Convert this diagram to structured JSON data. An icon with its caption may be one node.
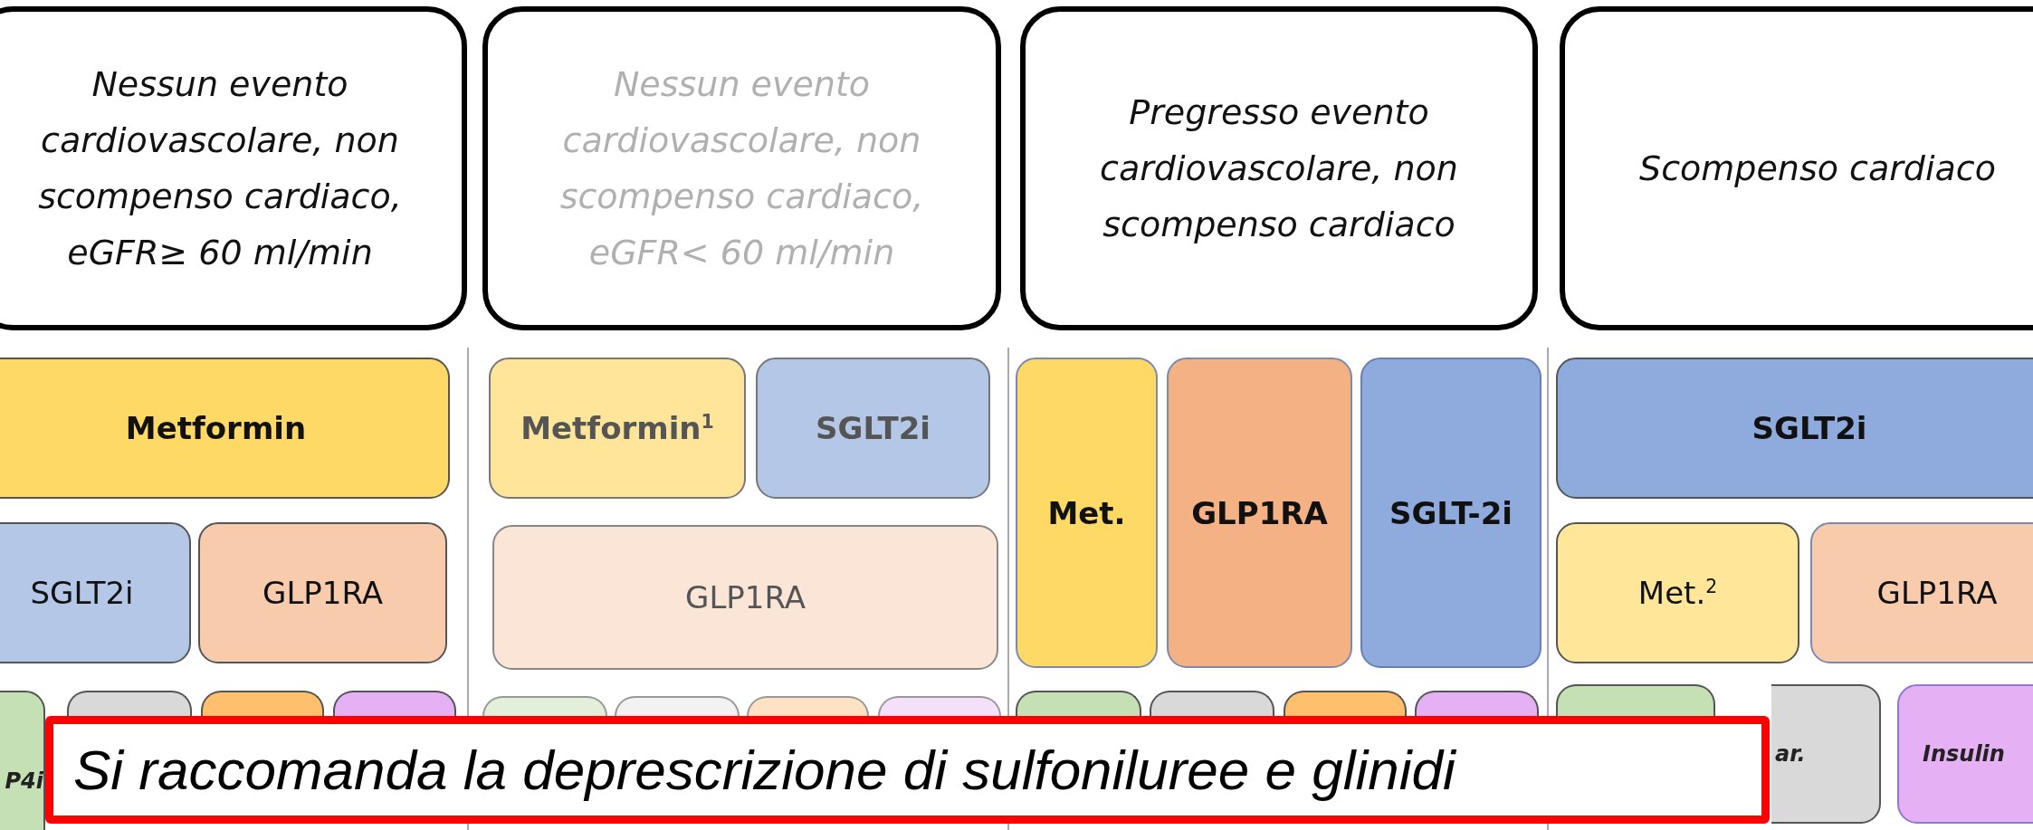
{
  "diagram": {
    "nodes": [
      {
        "text": [
          "Nessun evento cardiovascolare, non scompenso cardiaco, eGFR≥ 60 ml/min"
        ]
      },
      {
        "text": [
          "Nessun evento cardiovascolare, non scompenso cardiaco, eGFR< 60 ml/min"
        ]
      },
      {
        "text": [
          "Pregresso evento cardiovascolare, non scompenso cardiaco"
        ]
      },
      {
        "text": [
          "Scompenso cardiaco"
        ]
      },
      {
        "text": [
          "Metformin"
        ]
      },
      {
        "text": [
          "SGLT2i"
        ]
      },
      {
        "text": [
          "GLP1RA"
        ]
      },
      {
        "text": [
          "Metformin$^{1}$"
        ]
      },
      {
        "text": [
          "SGLT2i"
        ]
      },
      {
        "text": [
          "GLP1RA"
        ]
      },
      {
        "text": [
          "Met."
        ]
      },
      {
        "text": [
          "GLP1RA"
        ]
      },
      {
        "text": [
          "SGLT-2i"
        ]
      },
      {
        "text": [
          "SGLT2i"
        ]
      },
      {
        "text": [
          "Met.$^{2}$"
        ]
      },
      {
        "text": [
          "GLP1RA"
        ]
      },
      {
        "text": [
          "P4i"
        ]
      },
      {
        "text": [],
        "shape": "box"
      },
      {
        "text": [],
        "shape": "box"
      },
      {
        "text": [],
        "shape": "box"
      },
      {
        "text": [],
        "shape": "box"
      },
      {
        "text": [],
        "shape": "box"
      },
      {
        "text": [],
        "shape": "box"
      },
      {
        "text": [],
        "shape": "box"
      },
      {
        "text": [],
        "shape": "box"
      },
      {
        "text": [],
        "shape": "box"
      },
      {
        "text": [],
        "shape": "box"
      },
      {
        "text": [],
        "shape": "box"
      },
      {
        "text": [],
        "shape": "box"
      },
      {
        "text": [
          "ar."
        ]
      },
      {
        "text": [
          "Insulin"
        ]
      },
      {
        "text": [
          "Si raccomanda la deprescrizione di sulfoniluree e glinidi"
        ]
      }
    ]
  }
}
